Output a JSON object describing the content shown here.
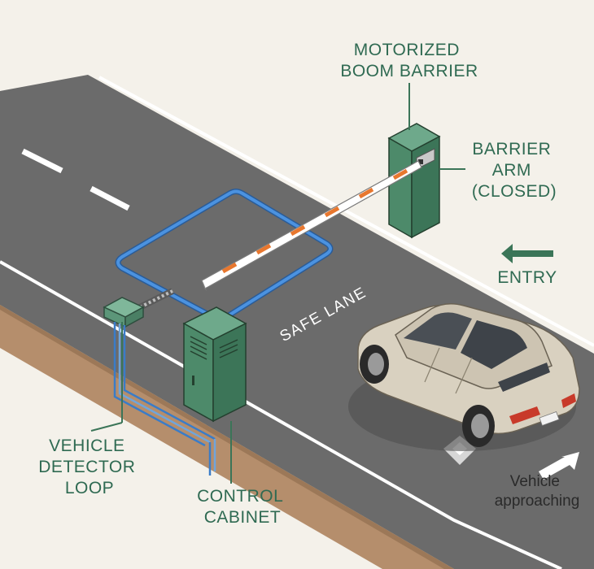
{
  "labels": {
    "barrier": [
      "MOTORIZED",
      "BOOM BARRIER"
    ],
    "arm": [
      "BARRIER",
      "ARM",
      "(CLOSED)"
    ],
    "entry": "ENTRY",
    "safe_lane": "SAFE LANE",
    "detector": [
      "VEHICLE",
      "DETECTOR",
      "LOOP"
    ],
    "cabinet": [
      "CONTROL",
      "CABINET"
    ],
    "vehicle": [
      "Vehicle",
      "approaching"
    ]
  },
  "colors": {
    "background": "#f4f1ea",
    "road": "#6a6a6a",
    "curb": "#b08a68",
    "label_green": "#2f6a52",
    "cabinet_green": "#4e8a6c",
    "loop_blue": "#3b7fd0",
    "arm_orange": "#e8772e",
    "car": "#d8d0c0"
  }
}
